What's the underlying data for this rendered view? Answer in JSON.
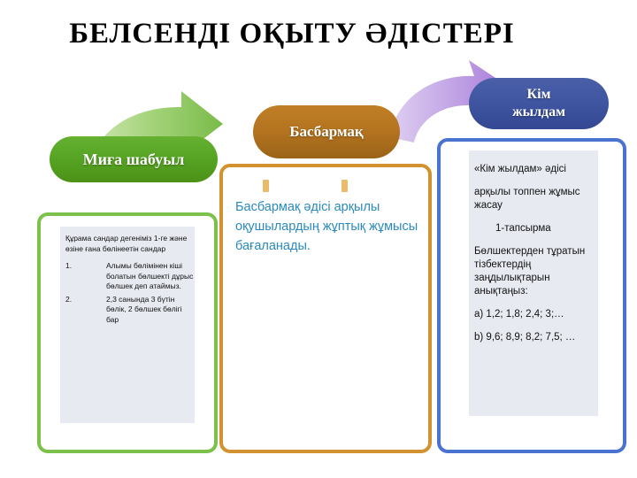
{
  "slide": {
    "title": "БЕЛСЕНДІ  ОҚЫТУ ӘДІСТЕРІ",
    "background_color": "#ffffff"
  },
  "colors": {
    "green": "#66b032",
    "green_border": "#7cc14b",
    "orange": "#b3731f",
    "orange_border": "#d2922f",
    "blue": "#3f55a0",
    "blue_border": "#4a72d0",
    "blue_text": "#2a8ac0",
    "sheet": "#e8eaf2",
    "arrow_green": "#8cc860",
    "arrow_purple": "#b08fdd"
  },
  "methods": [
    {
      "id": "brainstorm",
      "header": "Миға шабуыл",
      "lead": " Құрама сандар дегеніміз 1-ге және өзіне ғана бөлінеетін сандар",
      "list": [
        "Алымы бөлімінен кіші болатын бөлшекті дұрыс бөлшек деп атаймыз.",
        "2,3 санында 3 бүтін бөлік, 2 бөлшек бөлігі бар"
      ]
    },
    {
      "id": "thumb",
      "header": "Басбармақ",
      "body": "Басбармақ әдісі арқылы оқушылардың жұптық жұмысы бағаланады."
    },
    {
      "id": "who-is-fast",
      "header_line1": "Кім",
      "header_line2": "жылдам",
      "paragraphs": [
        "«Кім жылдам» әдісі",
        "арқылы топпен жұмыс жасау",
        "1-тапсырма",
        "Бөлшектерден тұратын тізбектердің заңдылықтарын анықтаңыз:",
        "a) 1,2; 1,8; 2,4; 3;…",
        "b) 9,6; 8,9; 8,2; 7,5; …"
      ]
    }
  ],
  "decor": {
    "arrow_green_name": "curved-arrow-icon",
    "arrow_purple_name": "curved-arrow-icon"
  }
}
